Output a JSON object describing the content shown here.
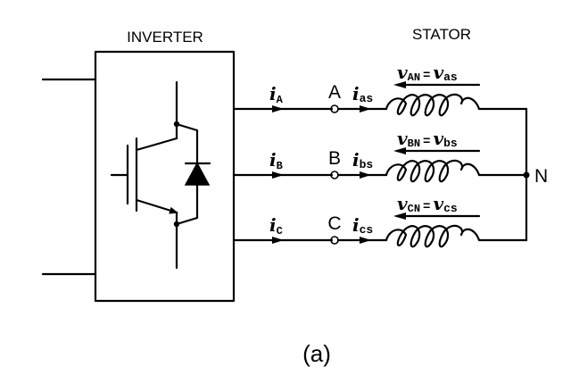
{
  "diagram": {
    "inverter_title": "INVERTER",
    "stator_title": "STATOR",
    "caption": "(a)",
    "neutral_label": "N",
    "phases": [
      {
        "terminal": "A",
        "line_current": {
          "main": "i",
          "sub": "A"
        },
        "phase_current": {
          "main": "i",
          "sub": "as"
        },
        "voltage": {
          "lhs_main": "v",
          "lhs_sub": "AN",
          "eq": "=",
          "rhs_main": "v",
          "rhs_sub": "as"
        }
      },
      {
        "terminal": "B",
        "line_current": {
          "main": "i",
          "sub": "B"
        },
        "phase_current": {
          "main": "i",
          "sub": "bs"
        },
        "voltage": {
          "lhs_main": "v",
          "lhs_sub": "BN",
          "eq": "=",
          "rhs_main": "v",
          "rhs_sub": "bs"
        }
      },
      {
        "terminal": "C",
        "line_current": {
          "main": "i",
          "sub": "C"
        },
        "phase_current": {
          "main": "i",
          "sub": "cs"
        },
        "voltage": {
          "lhs_main": "v",
          "lhs_sub": "CN",
          "eq": "=",
          "rhs_main": "v",
          "rhs_sub": "cs"
        }
      }
    ],
    "components": {
      "switch": "IGBT",
      "diode": "anti-parallel diode",
      "winding": "inductor coil"
    }
  }
}
